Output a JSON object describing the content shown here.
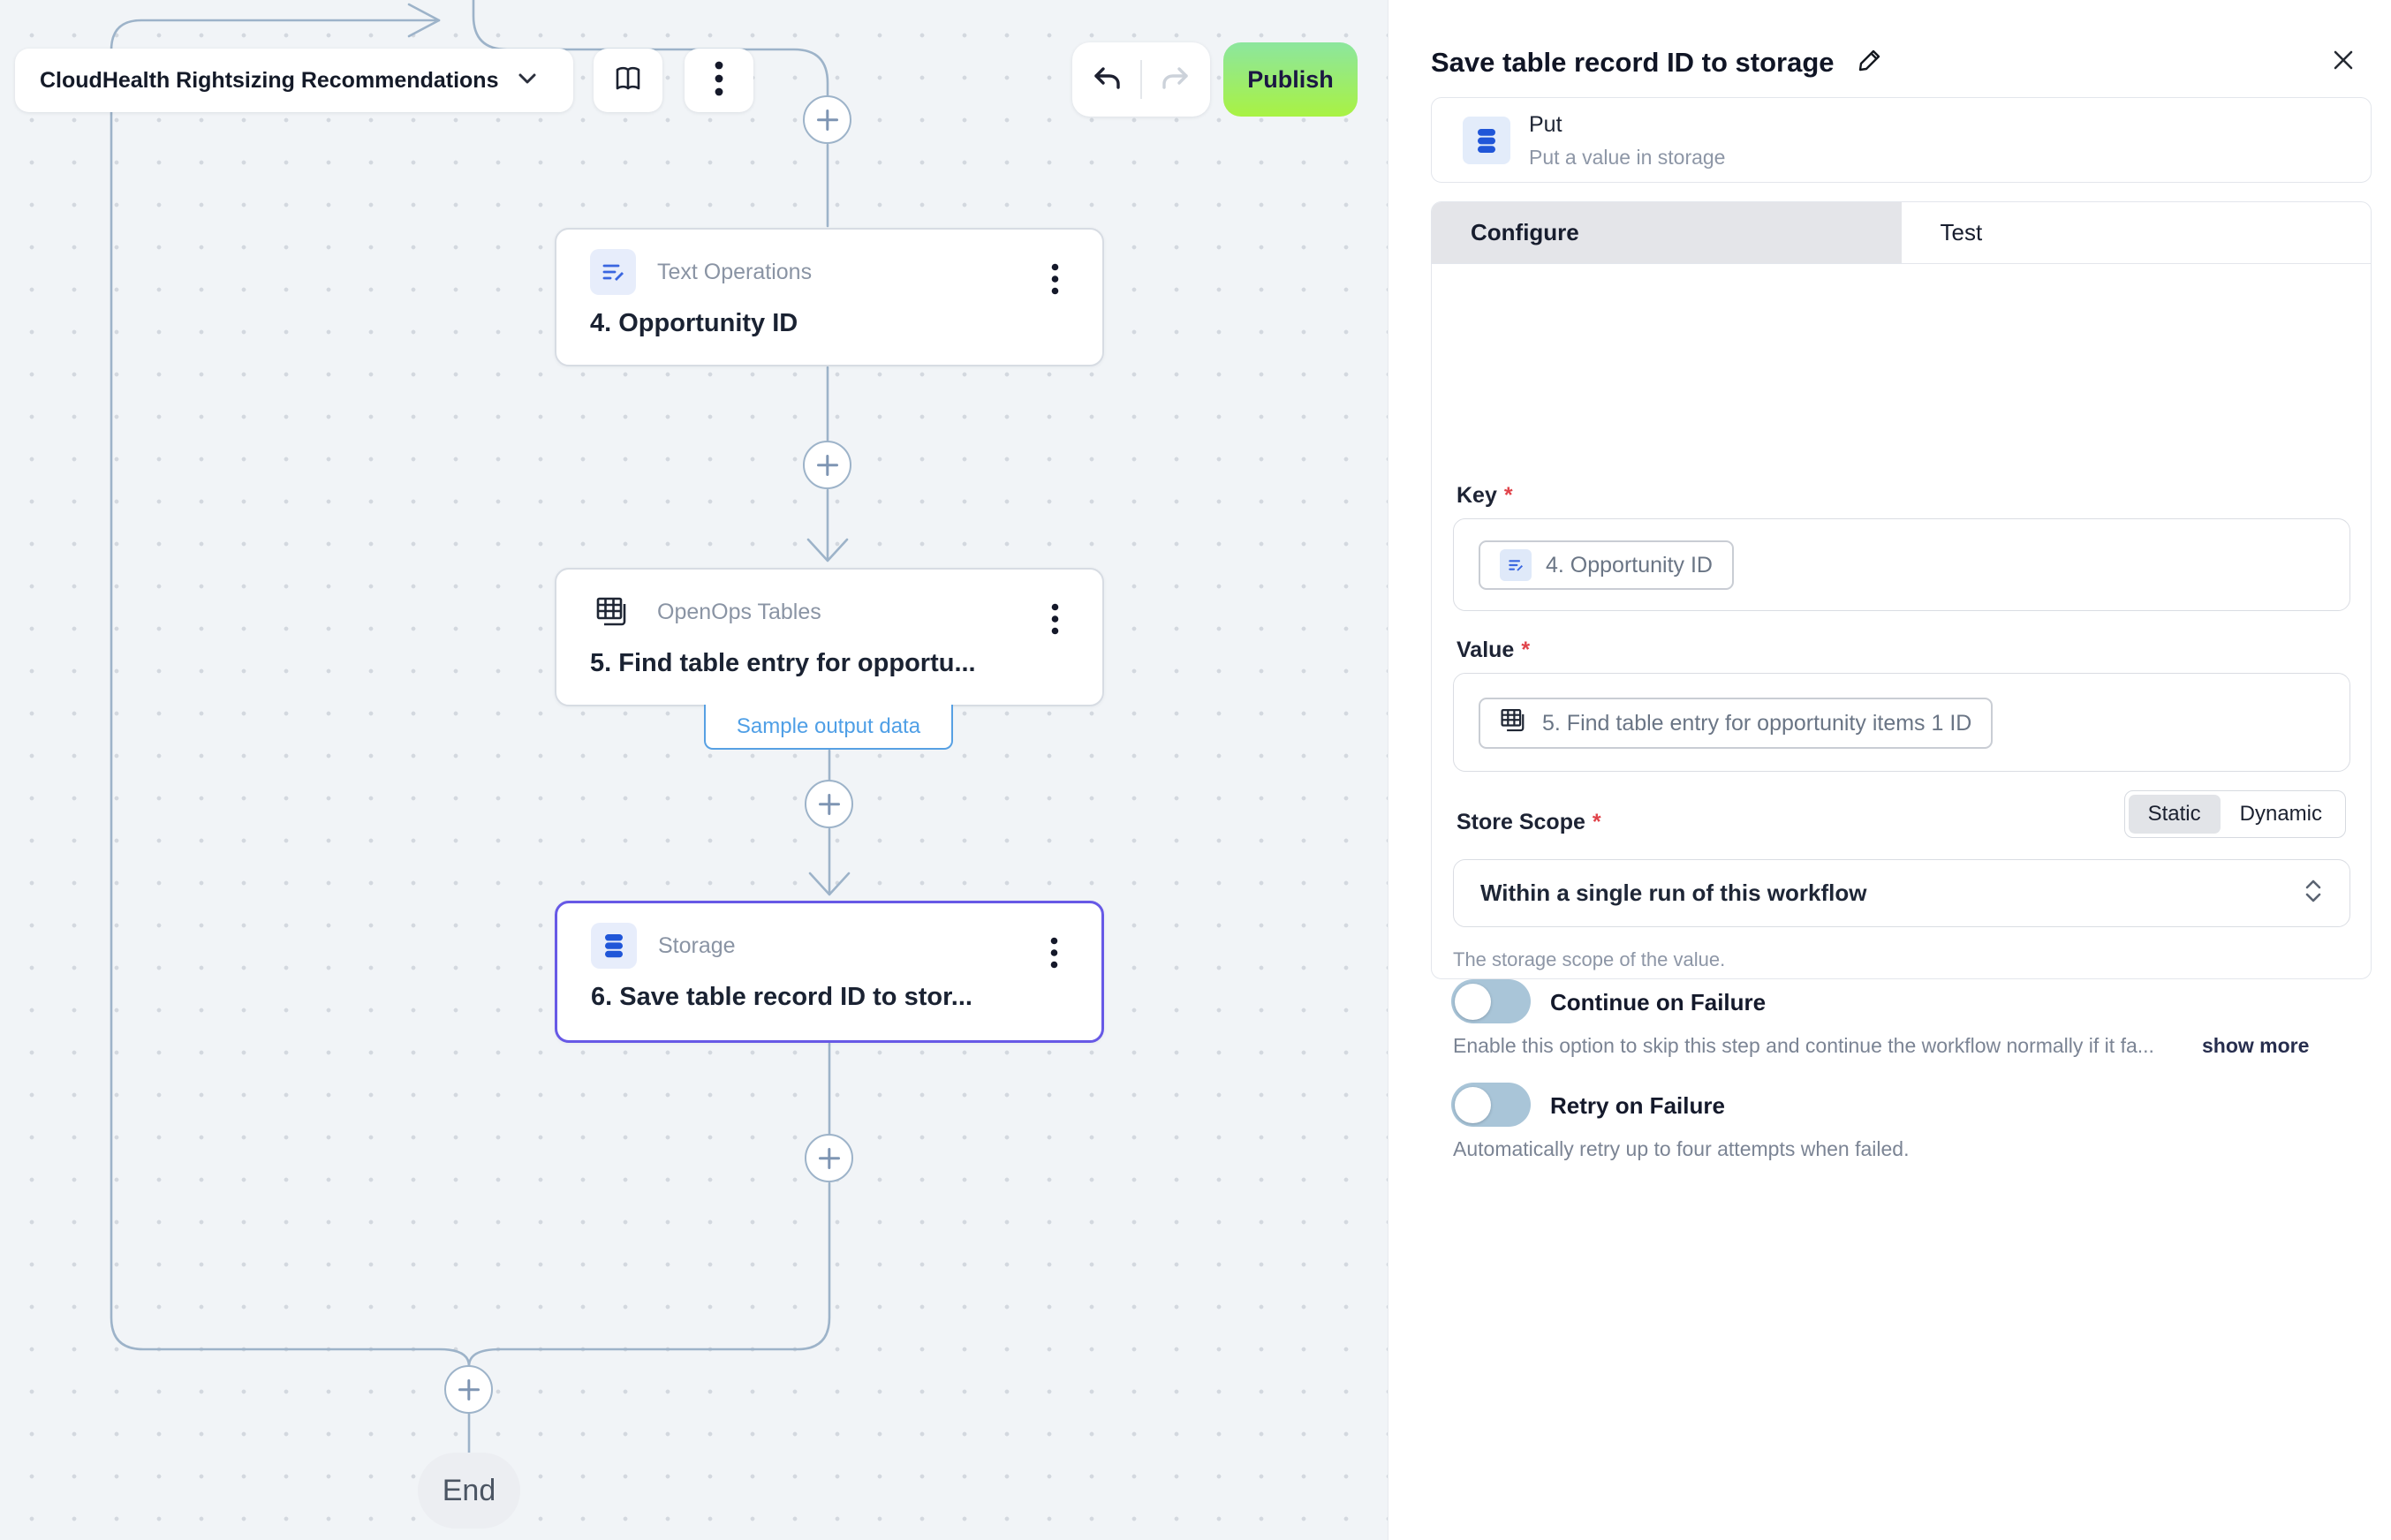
{
  "canvas": {
    "toolbar": {
      "flow_name": "CloudHealth Rightsizing Recommendations",
      "publish_label": "Publish"
    },
    "nodes": [
      {
        "app": "Text Operations",
        "title": "4. Opportunity ID"
      },
      {
        "app": "OpenOps Tables",
        "title": "5. Find table entry for opportu...",
        "sample_link": "Sample output data"
      },
      {
        "app": "Storage",
        "title": "6. Save table record ID to stor..."
      }
    ],
    "end_label": "End"
  },
  "panel": {
    "title": "Save table record ID to storage",
    "action": {
      "name": "Put",
      "description": "Put a value in storage"
    },
    "tabs": [
      {
        "label": "Configure"
      },
      {
        "label": "Test"
      }
    ],
    "fields": {
      "key": {
        "label": "Key",
        "required": "*",
        "chip": "4. Opportunity ID"
      },
      "value": {
        "label": "Value",
        "required": "*",
        "chip": "5. Find table entry for opportunity items 1 ID"
      },
      "store_scope": {
        "label": "Store Scope",
        "required": "*",
        "options": [
          "Static",
          "Dynamic"
        ],
        "selected_option": "Static",
        "value": "Within a single run of this workflow",
        "helper": "The storage scope of the value."
      }
    },
    "toggles": [
      {
        "label": "Continue on Failure",
        "state": "off",
        "description": "Enable this option to skip this step and continue the workflow normally if it fa...",
        "more_label": "show more"
      },
      {
        "label": "Retry on Failure",
        "state": "off",
        "description": "Automatically retry up to four attempts when failed."
      }
    ]
  },
  "colors": {
    "edge": "#9db3c9",
    "selected_node_border": "#6759e6",
    "link_blue": "#4f9fe6",
    "publish_gradient_top": "#8ce69e",
    "publish_gradient_bottom": "#a9f243",
    "required_red": "#e0434a"
  }
}
